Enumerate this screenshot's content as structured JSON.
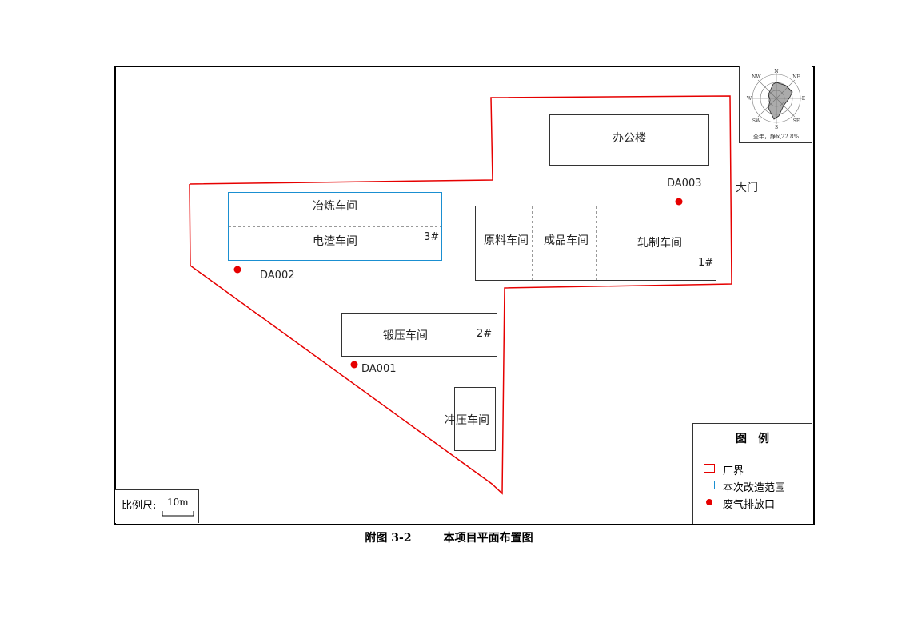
{
  "caption": {
    "figure_no": "附图 3-2",
    "title": "本项目平面布置图"
  },
  "buildings": {
    "office": "办公楼",
    "smelting": "冶炼车间",
    "esr": "电渣车间",
    "raw_material": "原料车间",
    "finished_goods": "成品车间",
    "rolling": "轧制车间",
    "forging": "锻压车间",
    "stamping": "冲压车间"
  },
  "workshop_numbers": {
    "no1": "1#",
    "no2": "2#",
    "no3": "3#"
  },
  "outlets": {
    "da001": "DA001",
    "da002": "DA002",
    "da003": "DA003"
  },
  "gate": "大门",
  "legend": {
    "title": "图　例",
    "boundary": "厂界",
    "renovation_scope": "本次改造范围",
    "exhaust_outlet": "废气排放口"
  },
  "scale": {
    "label": "比例尺:",
    "value": "10m"
  },
  "wind_rose": {
    "directions": {
      "n": "N",
      "ne": "NE",
      "e": "E",
      "se": "SE",
      "s": "S",
      "sw": "SW",
      "w": "W",
      "nw": "NW"
    },
    "note": "全年，静风22.8%"
  },
  "colors": {
    "boundary": "#e60000",
    "renovation": "#1a8fd1",
    "outlet": "#e60000"
  }
}
